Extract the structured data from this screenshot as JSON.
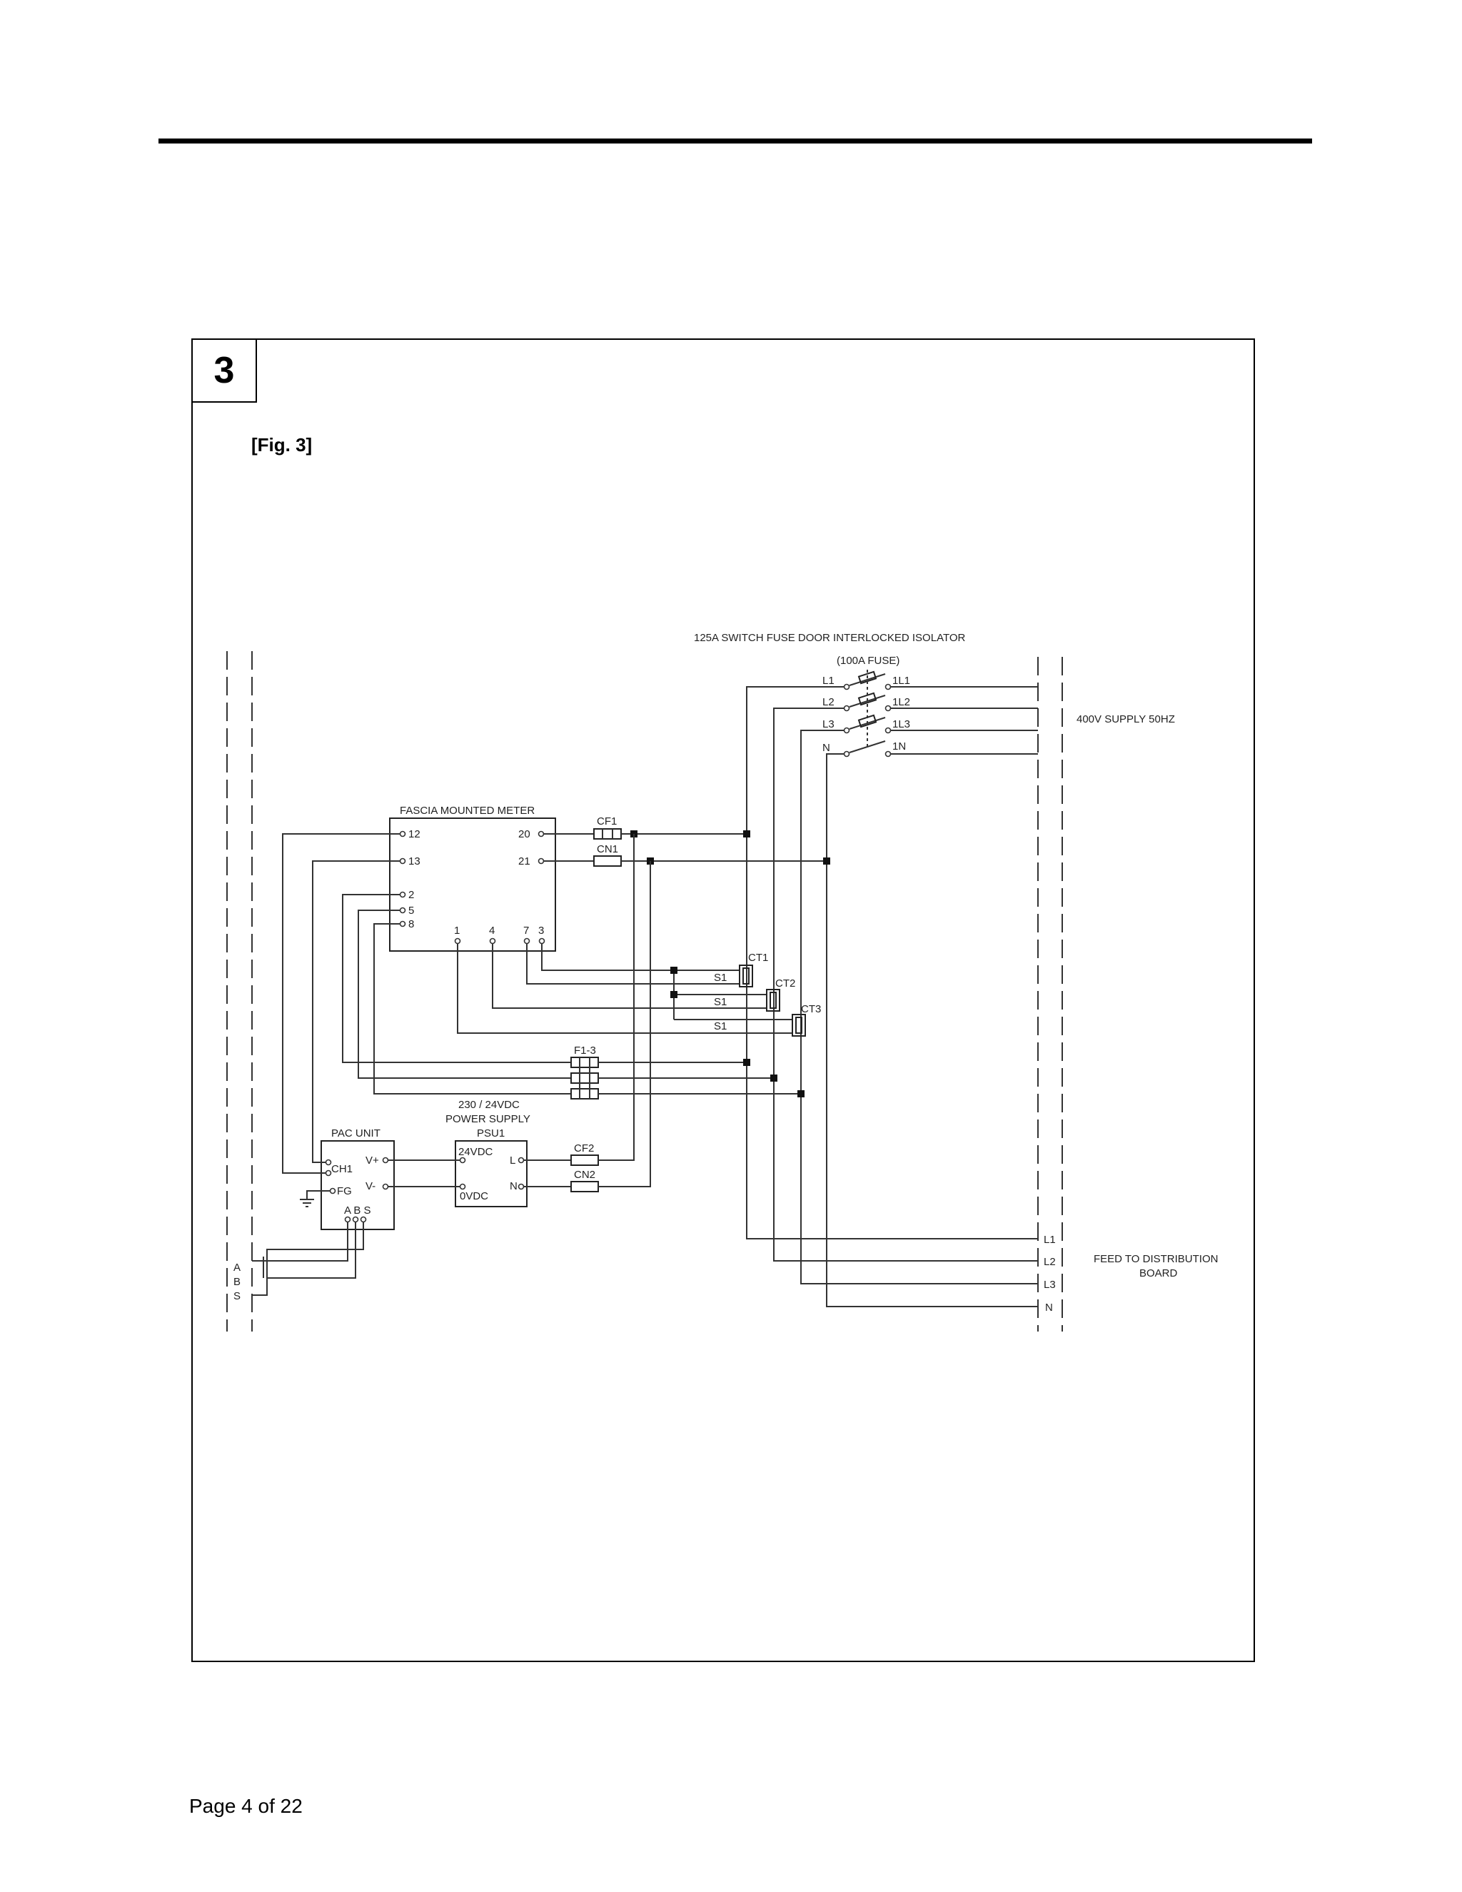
{
  "section_number": "3",
  "figure_label": "[Fig. 3]",
  "page_number": "Page 4 of 22",
  "diagram": {
    "isolator_title": "125A SWITCH FUSE DOOR INTERLOCKED ISOLATOR",
    "fuse_rating": "(100A FUSE)",
    "isolator_inputs": [
      "L1",
      "L2",
      "L3",
      "N"
    ],
    "isolator_outputs": [
      "1L1",
      "1L2",
      "1L3",
      "1N"
    ],
    "supply_label": "400V SUPPLY 50HZ",
    "meter_title": "FASCIA  MOUNTED METER",
    "meter_left_terminals": [
      "12",
      "13",
      "2",
      "5",
      "8"
    ],
    "meter_right_terminals": [
      "20",
      "21"
    ],
    "meter_bottom_terminals": [
      "1",
      "4",
      "7",
      "3"
    ],
    "fuse_cf1": "CF1",
    "fuse_cn1": "CN1",
    "ct_labels": [
      "CT1",
      "CT2",
      "CT3"
    ],
    "ct_secondary": "S1",
    "fuse_f13": "F1-3",
    "psu_caption_line1": "230 / 24VDC",
    "psu_caption_line2": "POWER SUPPLY",
    "psu_name": "PSU1",
    "psu_24vdc": "24VDC",
    "psu_0vdc": "0VDC",
    "psu_l": "L",
    "psu_n": "N",
    "fuse_cf2": "CF2",
    "fuse_cn2": "CN2",
    "pac_title": "PAC UNIT",
    "pac_ch1": "CH1",
    "pac_fg": "FG",
    "pac_vplus": "V+",
    "pac_vminus": "V-",
    "pac_abs": "A B S",
    "bus_labels": [
      "A",
      "B",
      "S"
    ],
    "output_labels": [
      "L1",
      "L2",
      "L3",
      "N"
    ],
    "feed_label_line1": "FEED TO DISTRIBUTION",
    "feed_label_line2": "BOARD"
  }
}
